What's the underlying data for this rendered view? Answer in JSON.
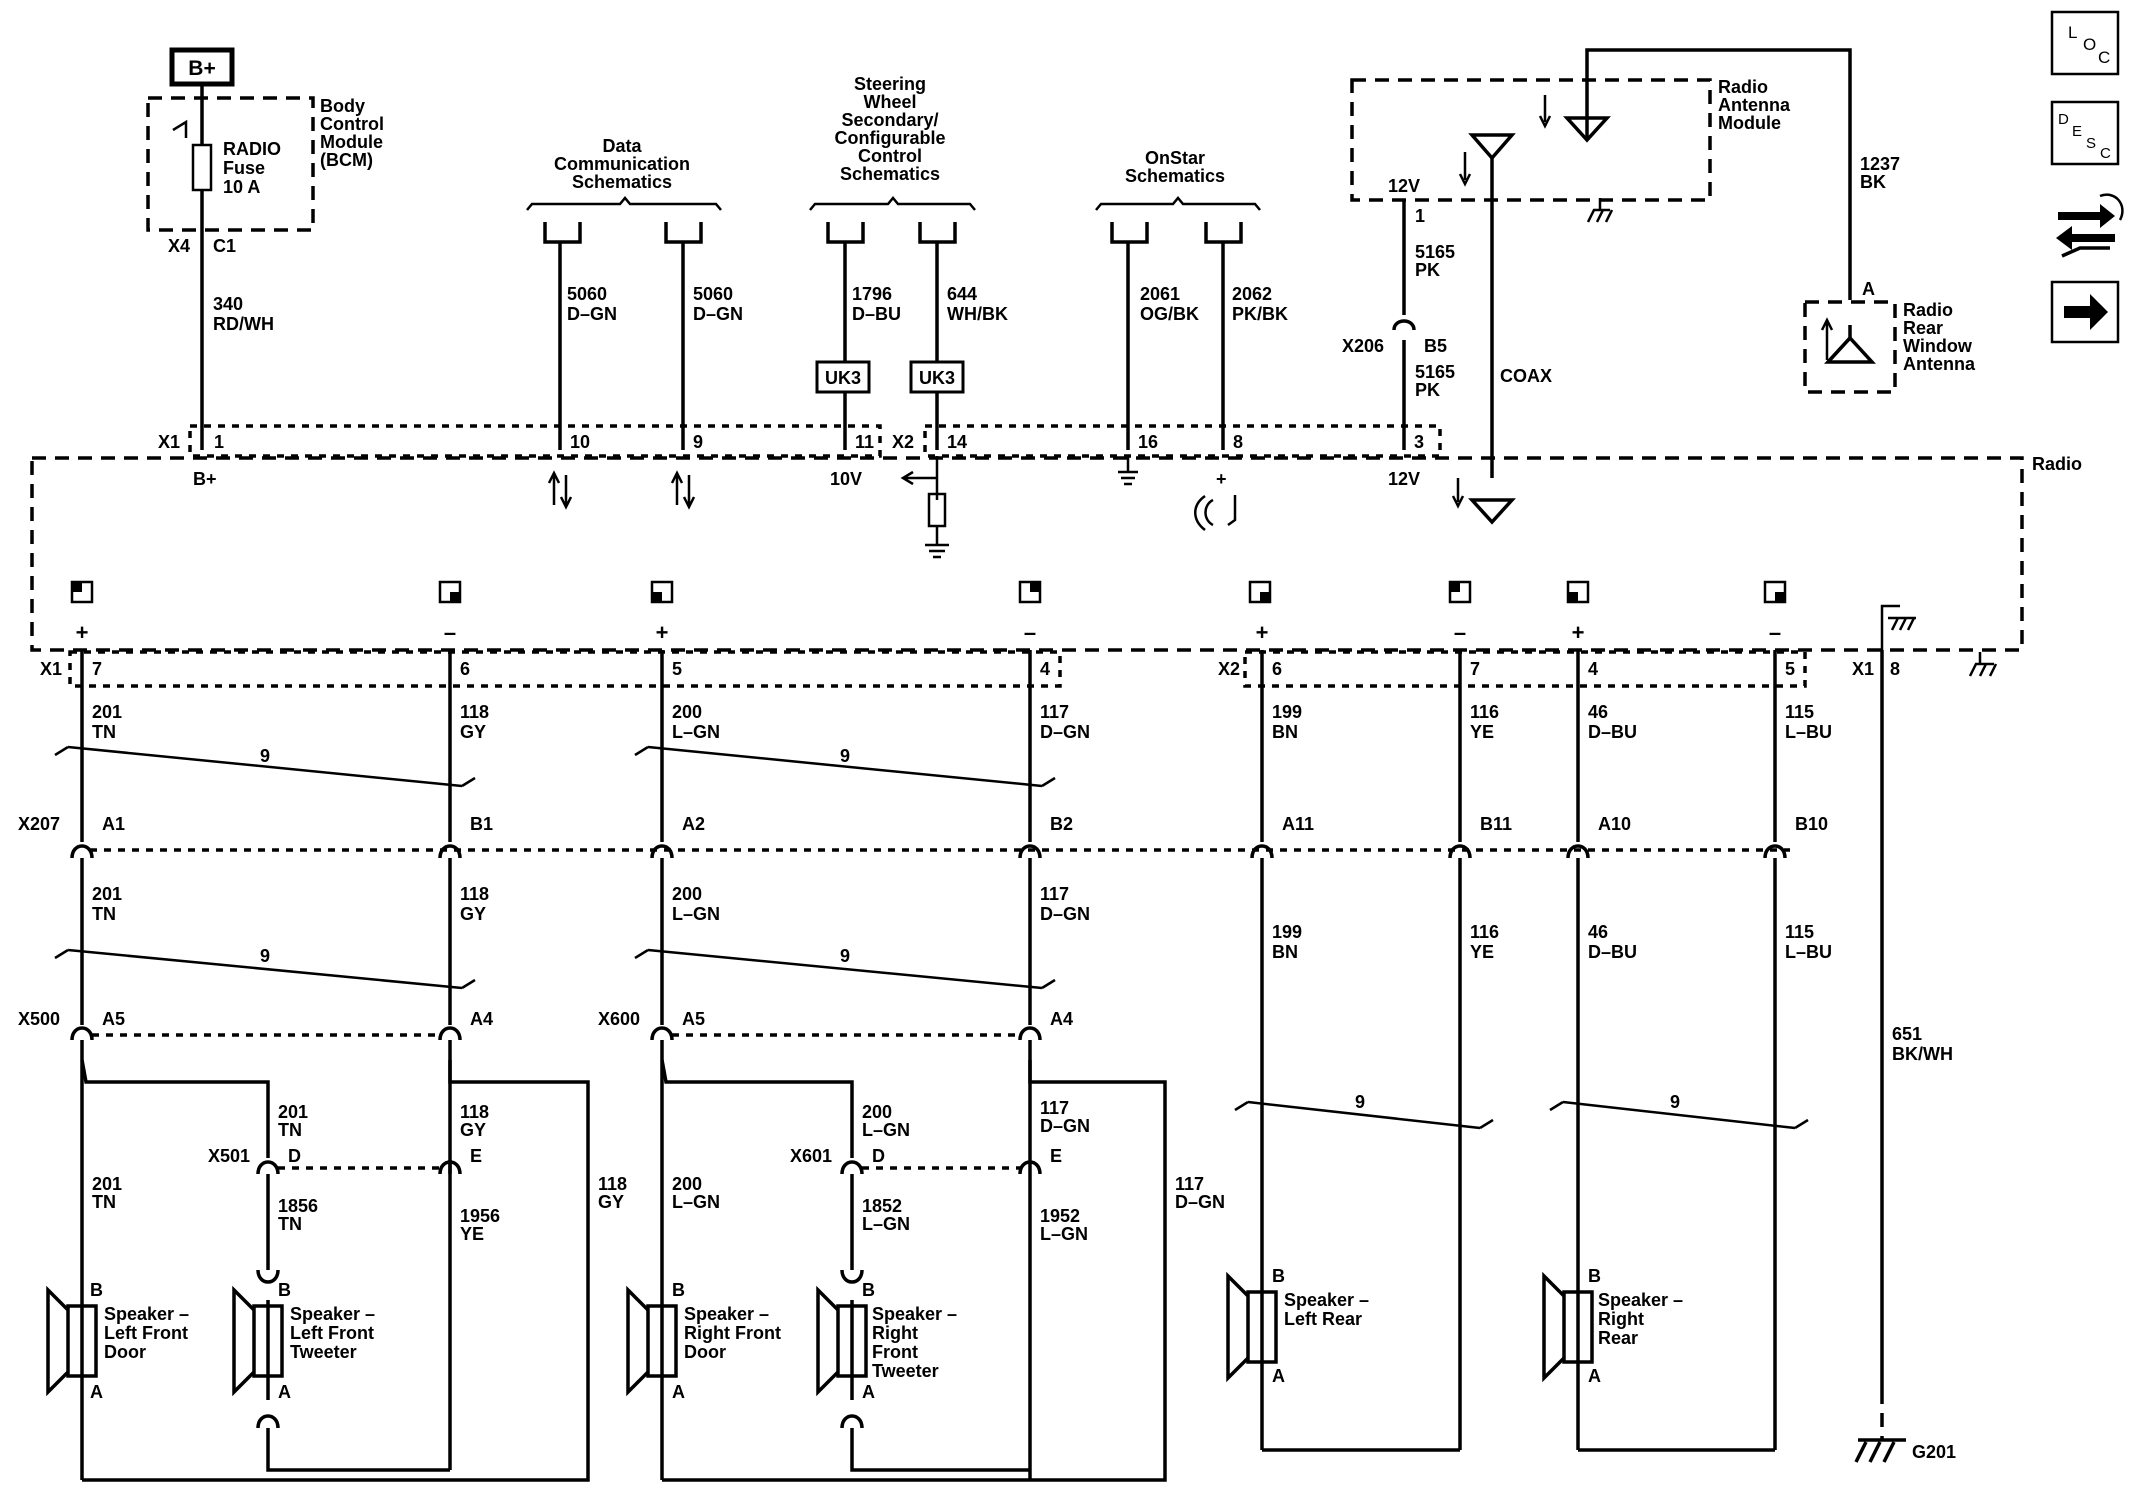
{
  "top": {
    "bplus_box": "B+",
    "bcm": {
      "title": [
        "Body",
        "Control",
        "Module",
        "(BCM)"
      ],
      "fuse": [
        "RADIO",
        "Fuse",
        "10 A"
      ],
      "conn": "X4",
      "pin": "C1",
      "wire_num": "340",
      "wire_color": "RD/WH"
    },
    "data_comm": {
      "title": [
        "Data",
        "Communication",
        "Schematics"
      ],
      "w1_num": "5060",
      "w1_color": "D–GN",
      "w2_num": "5060",
      "w2_color": "D–GN"
    },
    "steering": {
      "title": [
        "Steering",
        "Wheel",
        "Secondary/",
        "Configurable",
        "Control",
        "Schematics"
      ],
      "w1_num": "1796",
      "w1_color": "D–BU",
      "w2_num": "644",
      "w2_color": "WH/BK",
      "uk": "UK3"
    },
    "onstar": {
      "title": [
        "OnStar",
        "Schematics"
      ],
      "w1_num": "2061",
      "w1_color": "OG/BK",
      "w2_num": "2062",
      "w2_color": "PK/BK"
    },
    "antenna_module": {
      "title": [
        "Radio",
        "Antenna",
        "Module"
      ],
      "v12": "12V",
      "pin": "1",
      "wire_num": "5165",
      "wire_color": "PK",
      "conn": "X206",
      "conn_pin": "B5",
      "coax": "COAX"
    },
    "rear_antenna": {
      "title": [
        "Radio",
        "Rear",
        "Window",
        "Antenna"
      ],
      "pin": "A",
      "wire_num": "1237",
      "wire_color": "BK"
    }
  },
  "radio": {
    "title": "Radio",
    "x1": "X1",
    "x2": "X2",
    "top_pins": [
      "1",
      "10",
      "9",
      "11",
      "14",
      "16",
      "8",
      "3"
    ],
    "top_labels": {
      "bplus": "B+",
      "v10": "10V",
      "v12": "12V",
      "plus": "+"
    },
    "bottom_pins": [
      "7",
      "6",
      "5",
      "4",
      "6",
      "7",
      "4",
      "5",
      "8"
    ],
    "bottom_signs": [
      "+",
      "–",
      "+",
      "–",
      "+",
      "–",
      "+",
      "–"
    ]
  },
  "channels": [
    {
      "pos_num": "201",
      "pos_color": "TN",
      "neg_num": "118",
      "neg_color": "GY",
      "x207_pos": "A1",
      "x207_neg": "B1"
    },
    {
      "pos_num": "200",
      "pos_color": "L–GN",
      "neg_num": "117",
      "neg_color": "D–GN",
      "x207_pos": "A2",
      "x207_neg": "B2"
    },
    {
      "pos_num": "199",
      "pos_color": "BN",
      "neg_num": "116",
      "neg_color": "YE",
      "x207_pos": "A11",
      "x207_neg": "B11"
    },
    {
      "pos_num": "46",
      "pos_color": "D–BU",
      "neg_num": "115",
      "neg_color": "L–BU",
      "x207_pos": "A10",
      "x207_neg": "B10"
    }
  ],
  "twist": "9",
  "connectors": {
    "x207": "X207",
    "x500": "X500",
    "x600": "X600",
    "x501": "X501",
    "x601": "X601",
    "a5": "A5",
    "a4": "A4",
    "d": "D",
    "e": "E"
  },
  "front_left": {
    "tw_num": "1856",
    "tw_color": "TN",
    "ret_num": "1956",
    "ret_color": "YE"
  },
  "front_right": {
    "tw_num": "1852",
    "tw_color": "L–GN",
    "ret_num": "1952",
    "ret_color": "L–GN"
  },
  "speakers": [
    {
      "lines": [
        "Speaker –",
        "Left Front",
        "Door"
      ]
    },
    {
      "lines": [
        "Speaker –",
        "Left Front",
        "Tweeter"
      ]
    },
    {
      "lines": [
        "Speaker –",
        "Right Front",
        "Door"
      ]
    },
    {
      "lines": [
        "Speaker –",
        "Right",
        "Front",
        "Tweeter"
      ]
    },
    {
      "lines": [
        "Speaker –",
        "Left Rear"
      ]
    },
    {
      "lines": [
        "Speaker –",
        "Right",
        "Rear"
      ]
    }
  ],
  "speaker_pins": {
    "b": "B",
    "a": "A"
  },
  "ground": {
    "wire_num": "651",
    "wire_color": "BK/WH",
    "name": "G201"
  },
  "side_icons": [
    {
      "name": "loc-icon",
      "letters": [
        "L",
        "O",
        "C"
      ]
    },
    {
      "name": "desc-icon",
      "letters": [
        "D",
        "E",
        "S",
        "C"
      ]
    },
    {
      "name": "connector-repair-icon"
    },
    {
      "name": "next-arrow-icon"
    }
  ]
}
